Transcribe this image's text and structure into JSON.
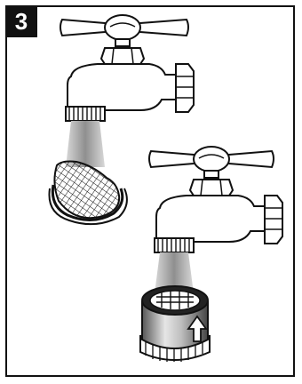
{
  "step": {
    "number": "3"
  },
  "illustration": {
    "items": [
      {
        "id": "faucet-with-screen",
        "object": "cone-mesh-screen-filter"
      },
      {
        "id": "faucet-with-adapter",
        "object": "threaded-hose-adapter",
        "marking": "arrow-up"
      }
    ],
    "colors": {
      "line": "#111111",
      "fill": "#ffffff",
      "stream": "#9a9a9a",
      "stream_light": "#cfcfcf",
      "badge": "#111111"
    }
  }
}
